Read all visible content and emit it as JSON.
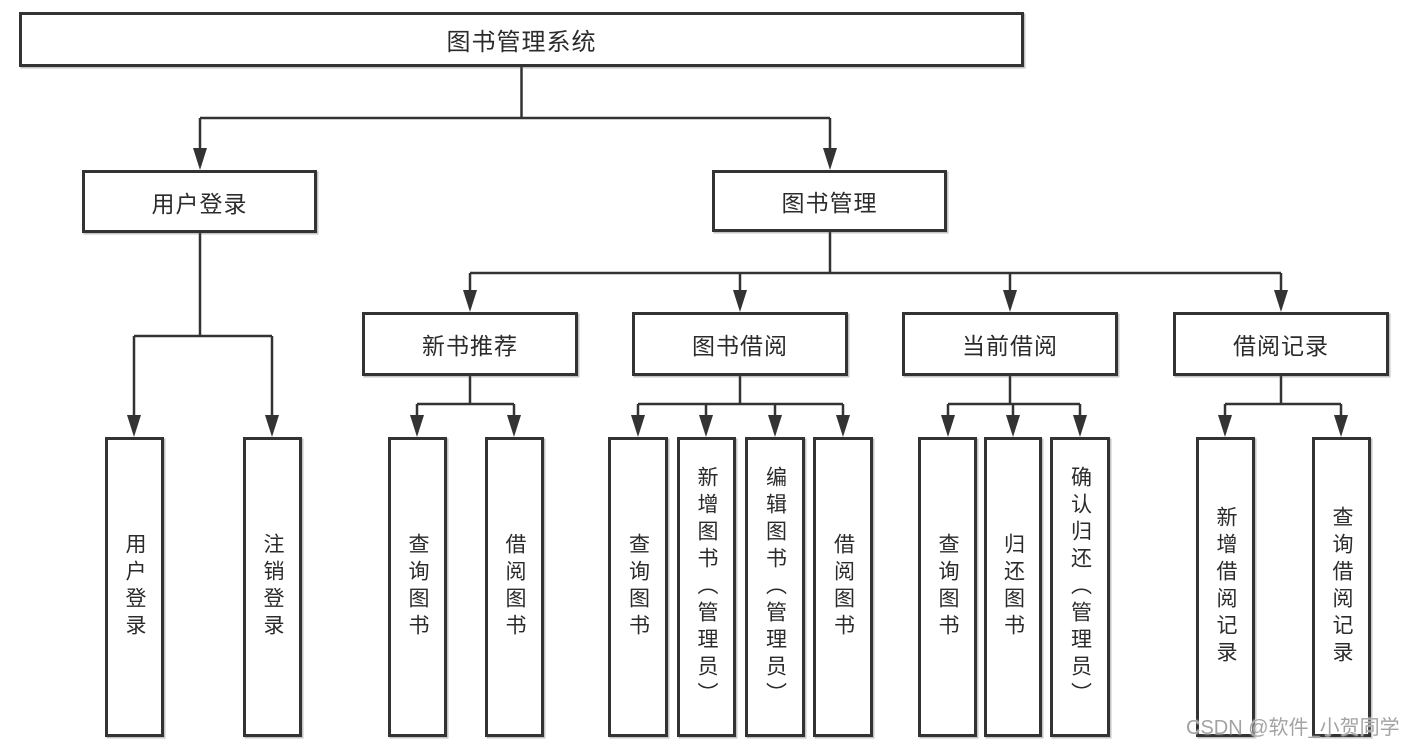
{
  "tree": {
    "root": {
      "label": "图书管理系统"
    },
    "branches": [
      {
        "label": "用户登录",
        "children": [
          {
            "label": "用户登录"
          },
          {
            "label": "注销登录"
          }
        ]
      },
      {
        "label": "图书管理",
        "children": [
          {
            "label": "新书推荐",
            "children": [
              {
                "label": "查询图书"
              },
              {
                "label": "借阅图书"
              }
            ]
          },
          {
            "label": "图书借阅",
            "children": [
              {
                "label": "查询图书"
              },
              {
                "label": "新增图书（管理员）"
              },
              {
                "label": "编辑图书（管理员）"
              },
              {
                "label": "借阅图书"
              }
            ]
          },
          {
            "label": "当前借阅",
            "children": [
              {
                "label": "查询图书"
              },
              {
                "label": "归还图书"
              },
              {
                "label": "确认归还（管理员）"
              }
            ]
          },
          {
            "label": "借阅记录",
            "children": [
              {
                "label": "新增借阅记录"
              },
              {
                "label": "查询借阅记录"
              }
            ]
          }
        ]
      }
    ]
  },
  "watermark": {
    "text": "CSDN @软件_小贺同学"
  },
  "colors": {
    "line": "#333333",
    "border": "#333333",
    "text": "#2b2b2b",
    "watermark": "#a3a3a3",
    "background": "#ffffff"
  }
}
